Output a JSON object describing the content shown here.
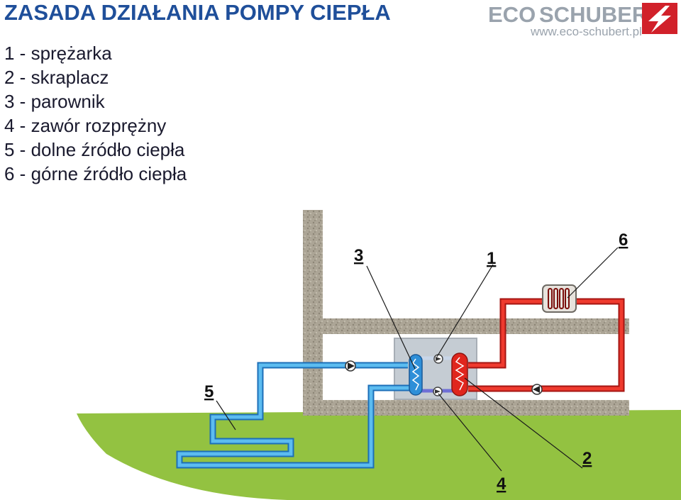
{
  "title": "ZASADA DZIAŁANIA POMPY CIEPŁA",
  "legend": [
    "1 - sprężarka",
    "2 - skraplacz",
    "3 - parownik",
    "4 - zawór rozprężny",
    "5 - dolne źródło ciepła",
    "6 - górne źródło ciepła"
  ],
  "logo": {
    "eco": "ECO",
    "schubert": "SCHUBERT",
    "url": "www.eco-schubert.pl",
    "brand_color": "#9aa3ad",
    "accent_color": "#d1212a"
  },
  "callouts": {
    "n1": "1",
    "n2": "2",
    "n3": "3",
    "n4": "4",
    "n5": "5",
    "n6": "6"
  },
  "colors": {
    "cold_pipe": "#3aa6e8",
    "hot_pipe": "#e8221c",
    "ground": "#93c241",
    "wall": "#a9a293",
    "unit_box": "#c5ccd3"
  }
}
